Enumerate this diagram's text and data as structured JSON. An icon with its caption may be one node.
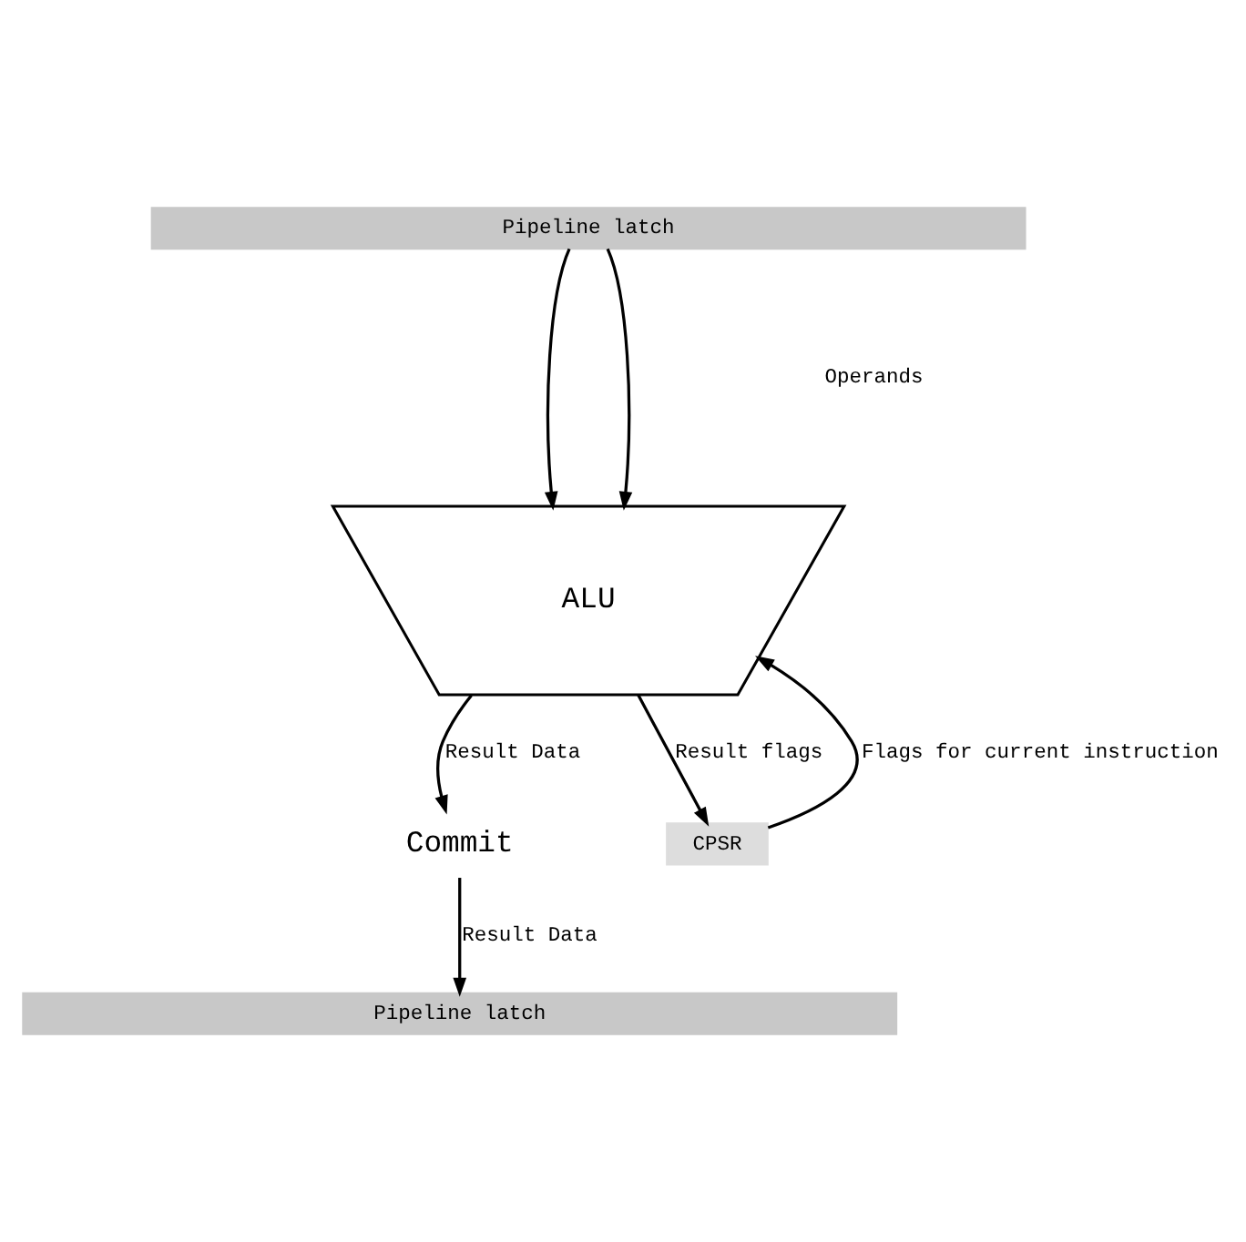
{
  "diagram": {
    "nodes": [
      {
        "text": [
          "Pipeline latch"
        ]
      },
      {
        "text": [
          "ALU"
        ]
      },
      {
        "text": [
          "Commit"
        ]
      },
      {
        "text": [
          "CPSR"
        ]
      },
      {
        "text": [
          "Pipeline latch"
        ]
      }
    ],
    "edges": [
      {
        "from": 0,
        "to": 1,
        "arrow": "to"
      },
      {
        "from": 0,
        "to": 1,
        "arrow": "to"
      },
      {
        "from": 1,
        "to": 2,
        "arrow": "to",
        "label": "Result Data"
      },
      {
        "from": 1,
        "to": 3,
        "arrow": "to",
        "label": "Result flags"
      },
      {
        "from": 3,
        "to": 1,
        "arrow": "to",
        "label": "Flags for current instruction"
      },
      {
        "from": 2,
        "to": 4,
        "arrow": "to",
        "label": "Result Data"
      }
    ],
    "labels": [
      "Operands"
    ]
  }
}
